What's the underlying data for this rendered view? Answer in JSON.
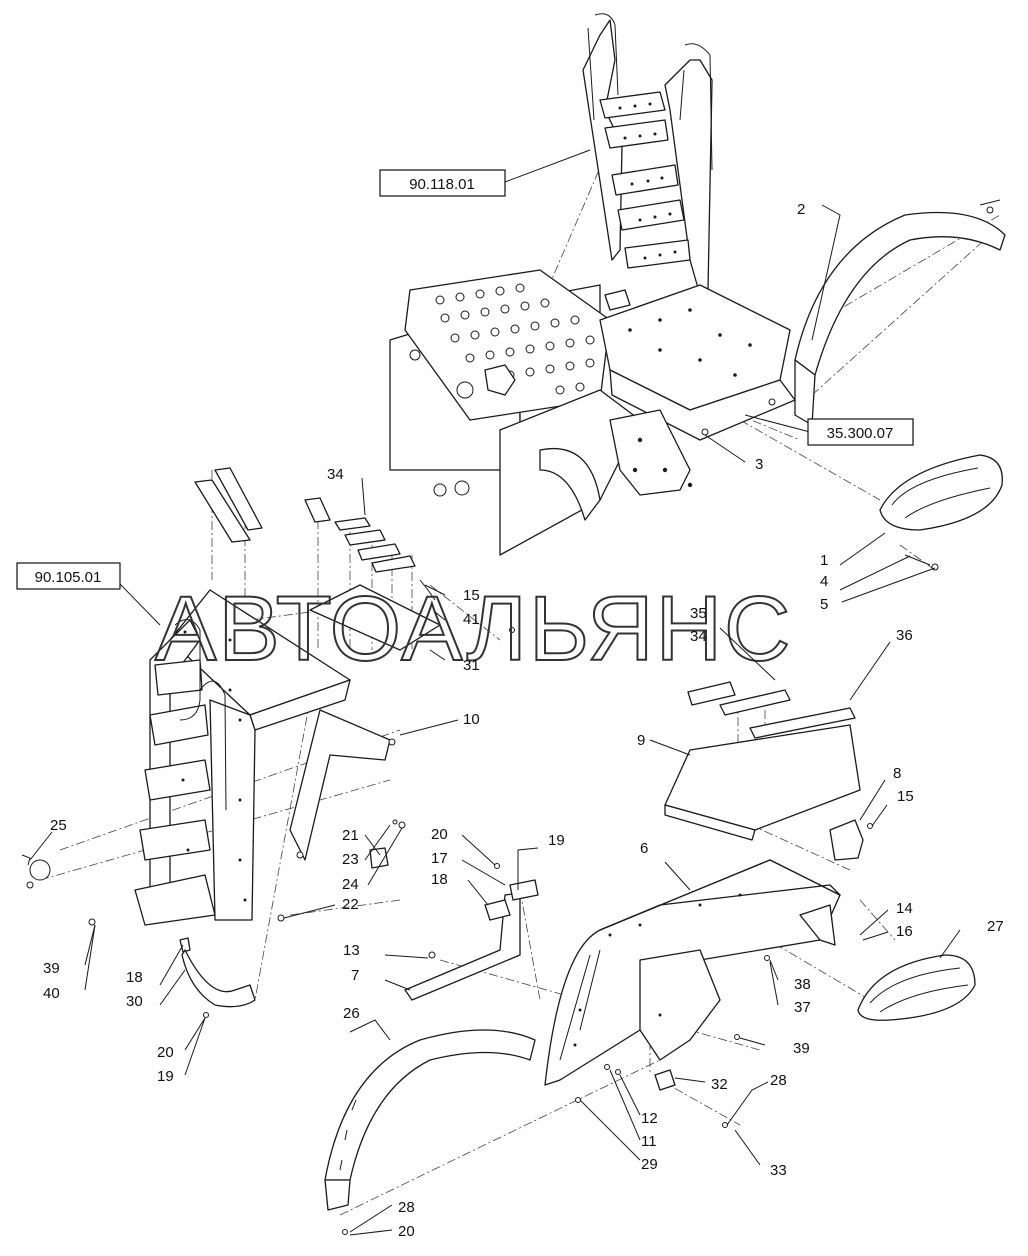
{
  "watermark": "АВТОАЛЬЯНС",
  "references": [
    {
      "id": "ref-90-118-01",
      "text": "90.118.01"
    },
    {
      "id": "ref-35-300-07",
      "text": "35.300.07"
    },
    {
      "id": "ref-90-105-01",
      "text": "90.105.01"
    }
  ],
  "callouts": [
    "2",
    "3",
    "34",
    "1",
    "4",
    "5",
    "15",
    "41",
    "31",
    "35",
    "34",
    "36",
    "10",
    "9",
    "8",
    "15",
    "25",
    "21",
    "23",
    "24",
    "22",
    "20",
    "17",
    "19",
    "18",
    "6",
    "14",
    "16",
    "27",
    "39",
    "40",
    "18",
    "30",
    "13",
    "7",
    "38",
    "37",
    "20",
    "19",
    "26",
    "39",
    "32",
    "28",
    "12",
    "11",
    "29",
    "33",
    "28",
    "20"
  ]
}
